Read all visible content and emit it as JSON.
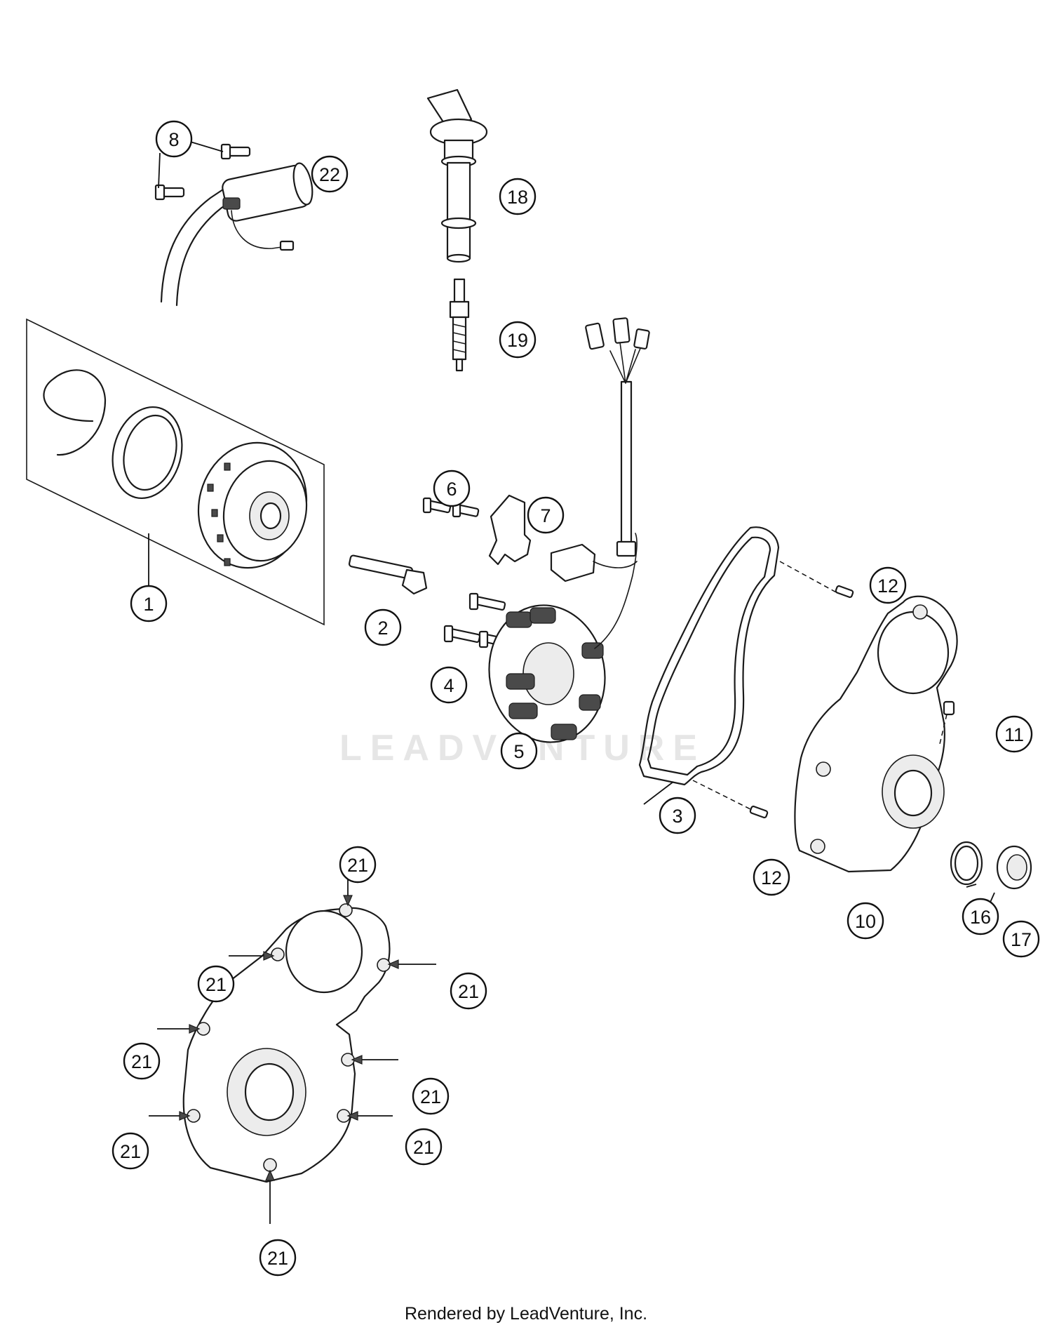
{
  "watermark": "LEADVENTURE",
  "footer": "Rendered by LeadVenture, Inc.",
  "callouts": [
    "1",
    "2",
    "3",
    "4",
    "5",
    "6",
    "7",
    "8",
    "10",
    "11",
    "12",
    "12",
    "16",
    "17",
    "18",
    "19",
    "21",
    "21",
    "21",
    "21",
    "21",
    "21",
    "21",
    "21",
    "22"
  ]
}
